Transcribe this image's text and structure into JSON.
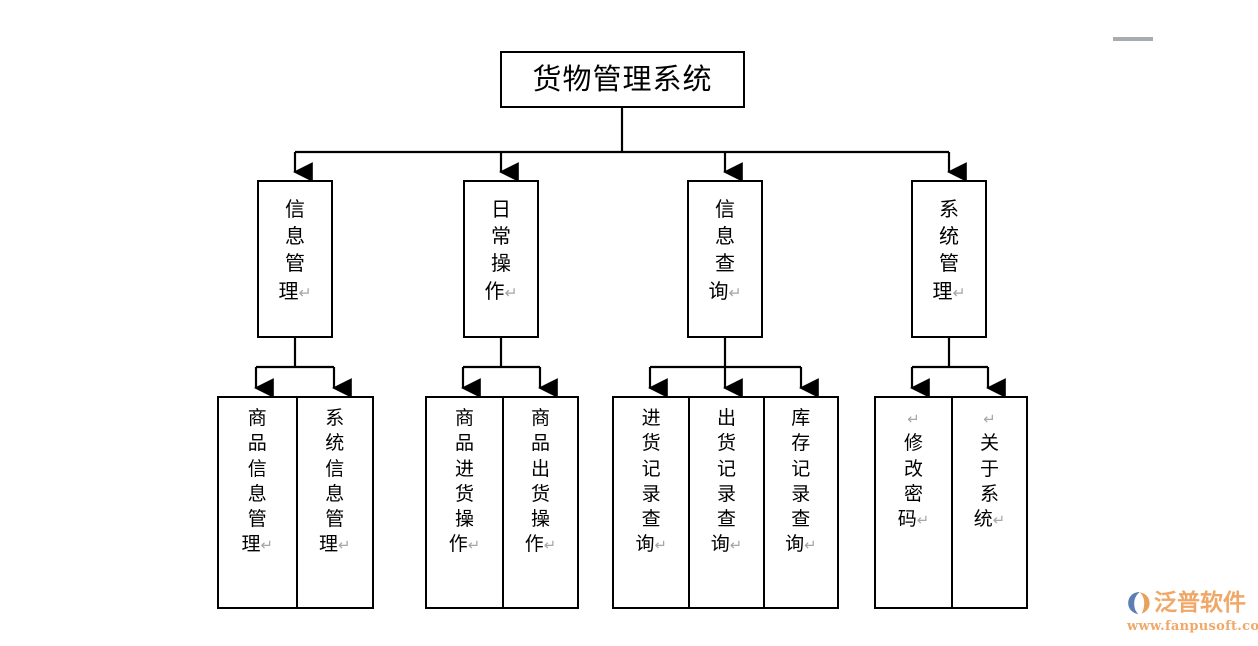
{
  "diagram": {
    "title": "货物管理系统",
    "type": "tree",
    "orientation": "top-down",
    "line_color": "#000000",
    "box_border_color": "#000000",
    "background_color": "#ffffff",
    "return_mark": "↵",
    "root": {
      "label": "货物管理系统",
      "name": "root-node"
    },
    "level2": [
      {
        "label": "信\n息\n管\n理",
        "trailing_return": true,
        "name": "information-management"
      },
      {
        "label": "日\n常\n操\n作",
        "trailing_return": true,
        "name": "daily-operation"
      },
      {
        "label": "信\n息\n查\n询",
        "trailing_return": true,
        "name": "information-query"
      },
      {
        "label": "系\n统\n管\n理",
        "trailing_return": true,
        "name": "system-management"
      }
    ],
    "level3_groups": [
      {
        "parent": "信息管理",
        "children": [
          {
            "label": "商\n品\n信\n息\n管\n理",
            "leading_return": false,
            "trailing_return": true,
            "name": "product-information-management"
          },
          {
            "label": "系\n统\n信\n息\n管\n理",
            "leading_return": false,
            "trailing_return": true,
            "name": "system-information-management"
          }
        ]
      },
      {
        "parent": "日常操作",
        "children": [
          {
            "label": "商\n品\n进\n货\n操\n作",
            "leading_return": false,
            "trailing_return": true,
            "name": "product-stock-in-operation"
          },
          {
            "label": "商\n品\n出\n货\n操\n作",
            "leading_return": false,
            "trailing_return": true,
            "name": "product-stock-out-operation"
          }
        ]
      },
      {
        "parent": "信息查询",
        "children": [
          {
            "label": "进\n货\n记\n录\n查\n询",
            "leading_return": false,
            "trailing_return": true,
            "name": "stock-in-record-query"
          },
          {
            "label": "出\n货\n记\n录\n查\n询",
            "leading_return": false,
            "trailing_return": true,
            "name": "stock-out-record-query"
          },
          {
            "label": "库\n存\n记\n录\n查\n询",
            "leading_return": false,
            "trailing_return": true,
            "name": "inventory-record-query"
          }
        ]
      },
      {
        "parent": "系统管理",
        "children": [
          {
            "label": "修\n改\n密\n码",
            "leading_return": true,
            "trailing_return": true,
            "name": "change-password"
          },
          {
            "label": "关\n于\n系\n统",
            "leading_return": true,
            "trailing_return": true,
            "name": "about-system"
          }
        ]
      }
    ]
  },
  "watermark": {
    "brand": "泛普软件",
    "url": "www.fanpusoft.com",
    "brand_color": "#f0a868",
    "logo_blue": "#5b7fb4",
    "logo_orange": "#e8a05a"
  },
  "artifacts": {
    "top_right_rule_color": "#a8abb0"
  }
}
